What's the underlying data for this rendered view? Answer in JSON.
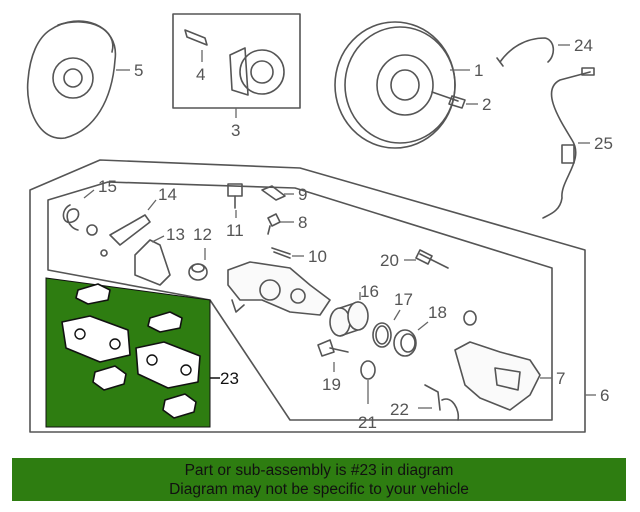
{
  "diagram": {
    "labels": {
      "p1": "1",
      "p2": "2",
      "p3": "3",
      "p4": "4",
      "p5": "5",
      "p6": "6",
      "p7": "7",
      "p8": "8",
      "p9": "9",
      "p10": "10",
      "p11": "11",
      "p12": "12",
      "p13": "13",
      "p14": "14",
      "p15": "15",
      "p16": "16",
      "p17": "17",
      "p18": "18",
      "p19": "19",
      "p20": "20",
      "p21": "21",
      "p22": "22",
      "p23": "23",
      "p24": "24",
      "p25": "25"
    },
    "highlight_color": "#2e7d11"
  },
  "banner": {
    "line1": "Part or sub-assembly is #23 in diagram",
    "line2": "Diagram may not be specific to your vehicle"
  }
}
